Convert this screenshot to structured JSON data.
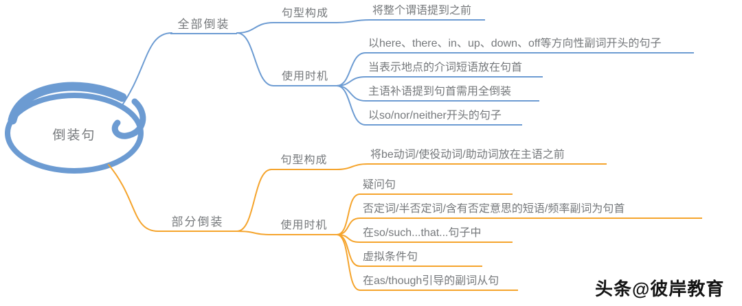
{
  "root": {
    "label": "倒装句"
  },
  "colors": {
    "blue": "#6C9BD2",
    "orange": "#F5A42C",
    "text": "#75787B"
  },
  "branches": [
    {
      "label": "全部倒装",
      "children": [
        {
          "label": "句型构成",
          "children": [
            {
              "label": "将整个谓语提到之前"
            }
          ]
        },
        {
          "label": "使用时机",
          "children": [
            {
              "label": "以here、there、in、up、down、off等方向性副词开头的句子"
            },
            {
              "label": "当表示地点的介词短语放在句首"
            },
            {
              "label": "主语补语提到句首需用全倒装"
            },
            {
              "label": "以so/nor/neither开头的句子"
            }
          ]
        }
      ]
    },
    {
      "label": "部分倒装",
      "children": [
        {
          "label": "句型构成",
          "children": [
            {
              "label": "将be动词/使役动词/助动词放在主语之前"
            }
          ]
        },
        {
          "label": "使用时机",
          "children": [
            {
              "label": "疑问句"
            },
            {
              "label": "否定词/半否定词/含有否定意思的短语/频率副词为句首"
            },
            {
              "label": "在so/such...that...句子中"
            },
            {
              "label": "虚拟条件句"
            },
            {
              "label": "在as/though引导的副词从句"
            }
          ]
        }
      ]
    }
  ],
  "watermark": "头条@彼岸教育"
}
